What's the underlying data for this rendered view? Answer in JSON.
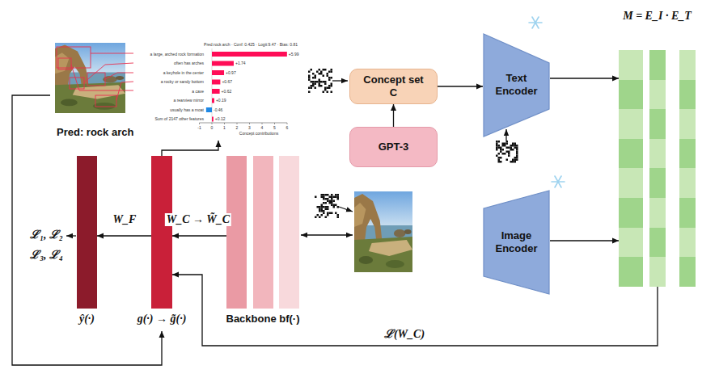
{
  "diagram": {
    "nodes": [
      {
        "text": [
          "Pred: rock arch"
        ]
      },
      {
        "text": [
          "Concept set C"
        ]
      },
      {
        "text": [
          "GPT-3"
        ]
      },
      {
        "text": [
          "Text Encoder"
        ]
      },
      {
        "text": [
          "M = E_I · E_T"
        ]
      },
      {
        "text": [
          "Image Encoder"
        ]
      },
      {
        "text": [
          "ŷ(·)"
        ]
      },
      {
        "text": [
          "g(·) → g̃(·)"
        ]
      },
      {
        "text": [
          "Backbone bf(·)"
        ]
      }
    ],
    "edges": [
      {
        "from": 2,
        "to": 1,
        "arrow": "to"
      },
      {
        "from": 1,
        "to": 3,
        "arrow": "to"
      },
      {
        "from": 3,
        "to": 4,
        "arrow": "to"
      },
      {
        "from": 5,
        "to": 4,
        "arrow": "to"
      },
      {
        "from": 8,
        "to": 7,
        "arrow": "to",
        "label": "W_C → W̃_C"
      },
      {
        "from": 7,
        "to": 6,
        "arrow": "to",
        "label": "W_F"
      },
      {
        "from": 4,
        "to": 7,
        "arrow": "to",
        "label": "ℒ(W_C)"
      },
      {
        "from": 0,
        "to": 7,
        "arrow": "to"
      },
      {
        "from": 7,
        "to": 0,
        "arrow": "to"
      }
    ],
    "labels": [
      "ℒ₁, ℒ₂",
      "ℒ₃, ℒ₄",
      "Pred:rock arch · Conf: 0.425 · Logit:9.47 · Bias: 0.81",
      "a large, arched rock formation",
      "often has arches",
      "a keyhole in the center",
      "a rocky or sandy bottom",
      "a cave",
      "a rearview mirror",
      "usually has a moat",
      "Sum of 2147 other features",
      "+5.99",
      "+1.74",
      "+0.97",
      "+0.67",
      "+0.62",
      "+0.19",
      "-0.46",
      "+0.12",
      "-1",
      "0",
      "1",
      "2",
      "3",
      "4",
      "5",
      "6",
      "Concept contributions"
    ]
  }
}
